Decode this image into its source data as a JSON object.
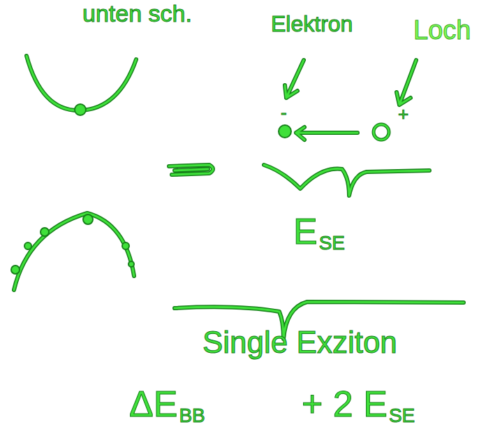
{
  "diagram": {
    "labels": [
      "unten sch.",
      "Elektron",
      "Loch",
      "-",
      "+",
      "E",
      "SE",
      "Single Exziton",
      "ΔE",
      "BB",
      "+ 2 E",
      "SE"
    ]
  }
}
